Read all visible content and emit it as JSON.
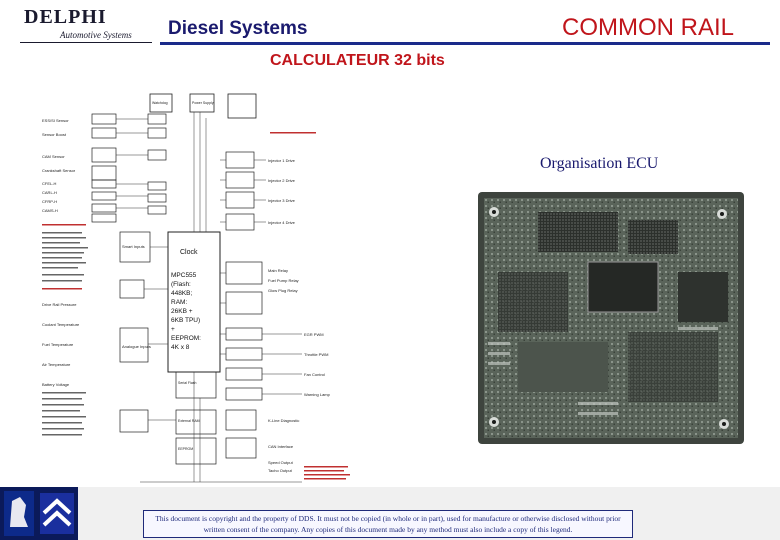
{
  "header": {
    "logo_text": "DELPHI",
    "logo_subtext": "Automotive Systems",
    "brand_title": "Diesel Systems",
    "section_title": "COMMON RAIL"
  },
  "main": {
    "subtitle": "CALCULATEUR 32 bits",
    "org_title": "Organisation ECU",
    "diagram": {
      "cpu_label": "MPC555 (Flash: 448KB; RAM: 26KB + 6KB TPU) + EEPROM: 4K x 8",
      "clock_label": "Clock",
      "left_labels": [
        "ESS/SI Sensor",
        "Sensor Boost",
        "CAM Sensor",
        "Crankshaft Sensor",
        "CFEL-H",
        "CARL-H",
        "CFRP-H",
        "CAMS-H",
        "Smart Inputs",
        "Analogue Inputs",
        "Drive Rail Pressure",
        "Coolant Temperature",
        "Fuel Temperature",
        "Air Temperature",
        "Battery Voltage"
      ],
      "right_labels": [
        "Injector 1 Drive",
        "Injector 2 Drive",
        "Injector 3 Drive",
        "Injector 4 Drive",
        "Main Relay",
        "Fuel Pump Relay",
        "Glow Plug Relay",
        "EGR PWM",
        "Throttle PWM",
        "Fan Control",
        "Warning Lamp",
        "K-Line Diagnostic",
        "CAN Interface",
        "Speed Output",
        "Tacho Output"
      ],
      "block_labels": [
        "Watchdog",
        "Power Supply",
        "Serial Flash",
        "External RAM",
        "EEPROM"
      ]
    }
  },
  "footer": {
    "copyright": "This document is copyright and the property of DDS. It must not be copied (in whole or in part), used for manufacture or otherwise disclosed without prior written consent of the company. Any copies of this document made by any method must also include a copy of this legend."
  },
  "colors": {
    "brand_blue": "#1a1a6e",
    "accent_red": "#c0151b",
    "divider_blue": "#1a2a8a",
    "board_green": "#4a5a4a"
  }
}
